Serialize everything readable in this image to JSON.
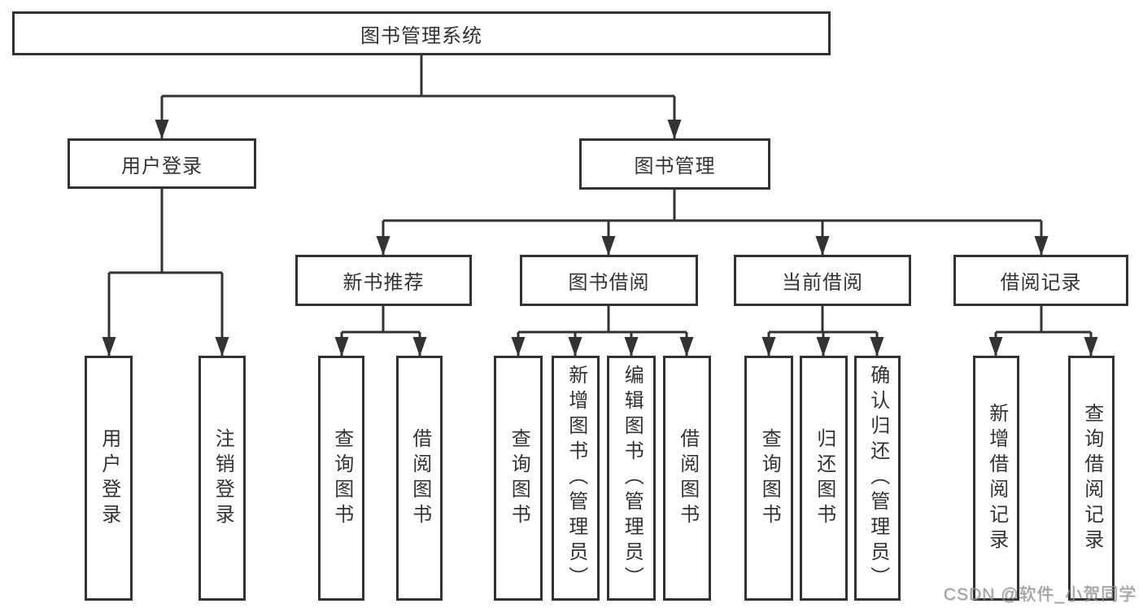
{
  "diagram_title": "图书管理系统",
  "nodes": {
    "root": {
      "label": "图书管理系统"
    },
    "user_login": {
      "label": "用户登录"
    },
    "book_mgmt": {
      "label": "图书管理"
    },
    "new_book_rec": {
      "label": "新书推荐"
    },
    "book_borrow": {
      "label": "图书借阅"
    },
    "current_borrow": {
      "label": "当前借阅"
    },
    "borrow_record": {
      "label": "借阅记录"
    },
    "ul_login": {
      "label": "用户登录"
    },
    "ul_logout": {
      "label": "注销登录"
    },
    "nbr_query_book": {
      "label": "查询图书"
    },
    "nbr_borrow_book": {
      "label": "借阅图书"
    },
    "bb_query_book": {
      "label": "查询图书"
    },
    "bb_add_book": {
      "label": "新增图书（管理员）"
    },
    "bb_edit_book": {
      "label": "编辑图书（管理员）"
    },
    "bb_borrow_book": {
      "label": "借阅图书"
    },
    "cb_query_book": {
      "label": "查询图书"
    },
    "cb_return_book": {
      "label": "归还图书"
    },
    "cb_confirm_return": {
      "label": "确认归还（管理员）"
    },
    "br_add_record": {
      "label": "新增借阅记录"
    },
    "br_query_record": {
      "label": "查询借阅记录"
    }
  },
  "hierarchy": {
    "图书管理系统": [
      "用户登录",
      "图书管理"
    ],
    "用户登录": [
      "用户登录",
      "注销登录"
    ],
    "图书管理": [
      "新书推荐",
      "图书借阅",
      "当前借阅",
      "借阅记录"
    ],
    "新书推荐": [
      "查询图书",
      "借阅图书"
    ],
    "图书借阅": [
      "查询图书",
      "新增图书（管理员）",
      "编辑图书（管理员）",
      "借阅图书"
    ],
    "当前借阅": [
      "查询图书",
      "归还图书",
      "确认归还（管理员）"
    ],
    "借阅记录": [
      "新增借阅记录",
      "查询借阅记录"
    ]
  },
  "watermark": {
    "text": "CSDN @软件_小贺同学"
  },
  "colors": {
    "line": "#333333",
    "box_border": "#333333",
    "box_background": "#ffffff",
    "text": "#333333",
    "watermark": "#949494",
    "page_background": "#ffffff"
  }
}
